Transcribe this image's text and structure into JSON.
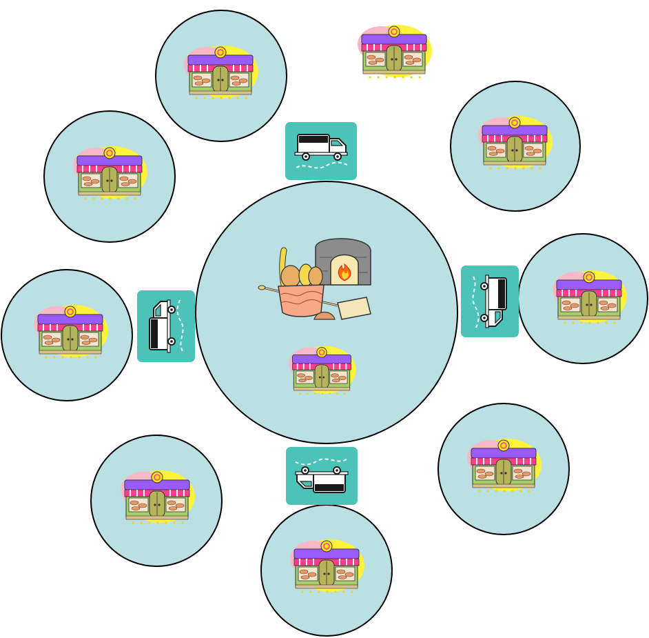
{
  "colors": {
    "circle_fill": "#bbe0e4",
    "circle_stroke": "#000000",
    "truck_tile": "#4cc3b9",
    "truck_body": "#ffffff",
    "awning_pink": "#ff3d8e",
    "awning_purple": "#9b5cff",
    "shop_wall": "#a6cf6a",
    "shop_roof_yellow": "#ffe21a",
    "blob_pink": "#f7b8c8",
    "blob_yellow": "#fff23a",
    "door_olive": "#b6b45a",
    "oven_grey": "#8c8c8c",
    "fire_orange": "#ff6a00",
    "bread_tan": "#e8b067",
    "basket_peach": "#f7a987"
  },
  "icons": {
    "hub": "bakery-oven-icon",
    "store": "shop-storefront-icon",
    "truck": "delivery-truck-icon"
  },
  "nodes": {
    "hub": {
      "role": "central-bakery"
    },
    "stores": [
      {
        "id": "store-top-left"
      },
      {
        "id": "store-top-right"
      },
      {
        "id": "store-upper-left"
      },
      {
        "id": "store-right"
      },
      {
        "id": "store-left"
      },
      {
        "id": "store-lower-right"
      },
      {
        "id": "store-lower-left"
      },
      {
        "id": "store-bottom"
      },
      {
        "id": "store-free-top"
      }
    ],
    "trucks": [
      {
        "id": "truck-top",
        "direction": "right"
      },
      {
        "id": "truck-right",
        "direction": "down"
      },
      {
        "id": "truck-left",
        "direction": "up"
      },
      {
        "id": "truck-bottom",
        "direction": "left"
      }
    ]
  }
}
